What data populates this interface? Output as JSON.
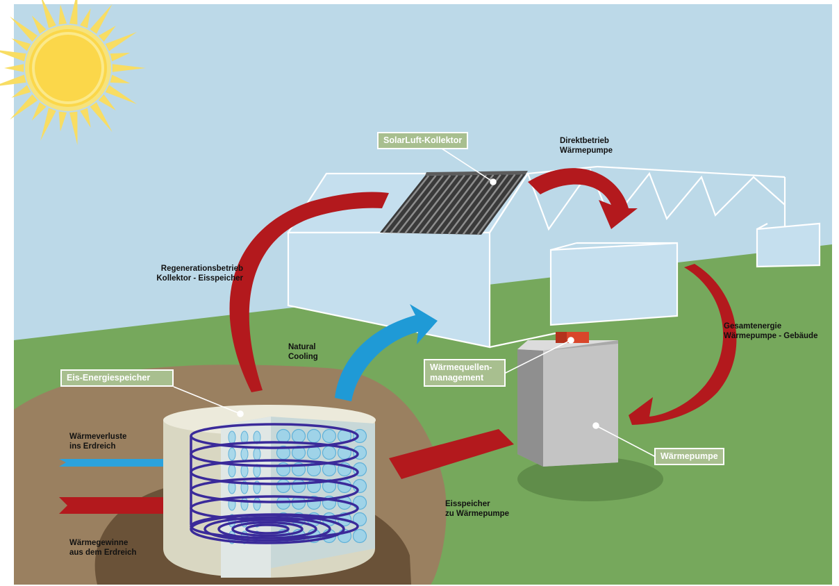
{
  "colors": {
    "sky": "#bcd9e8",
    "grass": "#76a85c",
    "soil_outer": "#9a8060",
    "soil_inner": "#6a5238",
    "red_arrow": "#b3191d",
    "blue_arrow": "#1f9ad6",
    "label_box": "#a8bf8f",
    "sun": "#fbe26a",
    "coil": "#3a2a9a",
    "tank": "#e4e2d0"
  },
  "labels": {
    "solarluft": "SolarLuft-Kollektor",
    "direktbetrieb": "Direktbetrieb\nWärmepumpe",
    "regeneration": "Regenerationsbetrieb\nKollektor - Eisspeicher",
    "natural_cooling": "Natural\nCooling",
    "eis_energiespeicher": "Eis-Energiespeicher",
    "gesamtenergie": "Gesamtenergie\nWärmepumpe - Gebäude",
    "waermequellen": "Wärmequellen-\nmanagement",
    "waermeverluste": "Wärmeverluste\nins Erdreich",
    "waermepumpe": "Wärmepumpe",
    "eisspeicher_zu": "Eisspeicher\nzu Wärmepumpe",
    "waermegewinne": "Wärmegewinne\naus dem Erdreich"
  },
  "icons": [
    "sun-icon",
    "solar-collector-icon",
    "greenhouse-icon",
    "heat-pump-icon",
    "ice-storage-tank-icon",
    "heat-exchanger-coil-icon"
  ]
}
